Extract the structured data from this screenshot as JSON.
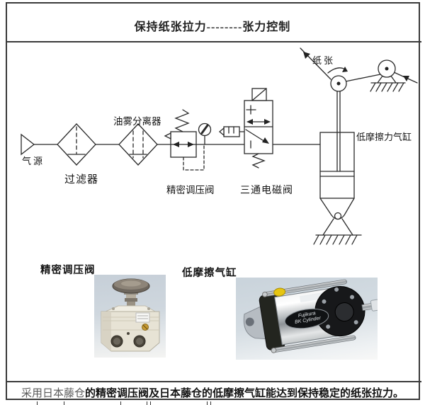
{
  "title": "保持纸张拉力--------张力控制",
  "schematic": {
    "air_source": "气源",
    "filter": "过滤器",
    "oil_mist_separator": "油雾分离器",
    "precision_regulator": "精密调压阀",
    "three_way_solenoid_valve": "三通电磁阀",
    "paper": "纸张",
    "low_friction_cylinder": "低摩擦力气缸"
  },
  "photos": {
    "regulator_label": "精密调压阀",
    "cylinder_label": "低摩擦气缸",
    "cylinder_badge_line1": "Fujikura",
    "cylinder_badge_line2": "BK Cylinder"
  },
  "footer": {
    "lead": "采用日本藤仓",
    "emphasis": "的精密调压阀及日本藤仓的低摩擦气缸能达到保持稳定的纸张拉力。"
  },
  "colors": {
    "line": "#2a2a2a",
    "border": "#3a3a3a",
    "photo_background": "#ccd5dd",
    "regulator_body": "#e7e3d5",
    "cylinder_plug_yellow": "#e6c511",
    "badge_background": "#101214"
  }
}
